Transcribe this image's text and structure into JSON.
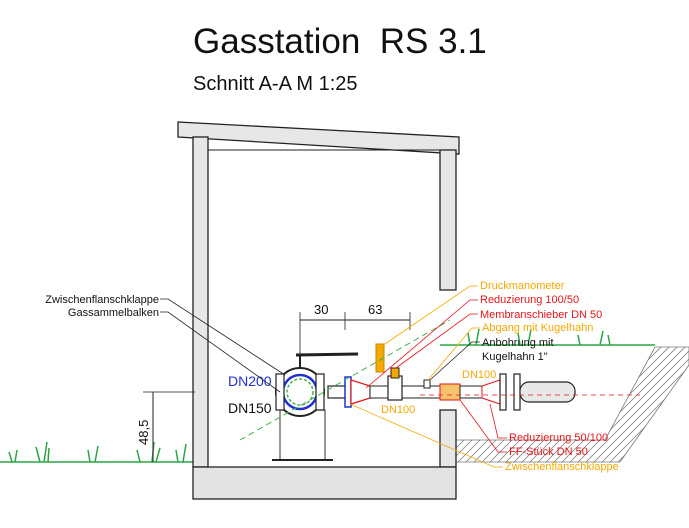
{
  "title": "Gasstation  RS 3.1",
  "subtitle": "Schnitt A-A M 1:25",
  "dims": {
    "d30": "30",
    "d63": "63",
    "h485": "48,5"
  },
  "pipes": {
    "dn200": "DN200",
    "dn150": "DN150",
    "dn100_bottom": "DN100",
    "dn100_right": "DN100"
  },
  "labels_left": {
    "zwischenflansch": "Zwischenflanschklappe",
    "gassammel": "Gassammelbalken"
  },
  "labels_right": {
    "druckmanometer": "Druckmanometer",
    "reduzierung_100_50": "Reduzierung 100/50",
    "membranschieber": "Membranschieber DN 50",
    "abgang": "Abgang mit Kugelhahn",
    "anbohrung": "Anbohrung mit",
    "kugelhahn": "Kugelhahn 1\""
  },
  "labels_bottom": {
    "reduzierung_50_100": "Reduzierung 50/100",
    "ff_stueck": "FF-Stück DN 50",
    "zwischenflanschklappe": "Zwischenflanschklappe"
  },
  "colors": {
    "orange": "#f5a800",
    "red": "#e8151b",
    "blue": "#2130d0",
    "green": "#3fb34f",
    "wall": "#e3e3e3"
  }
}
